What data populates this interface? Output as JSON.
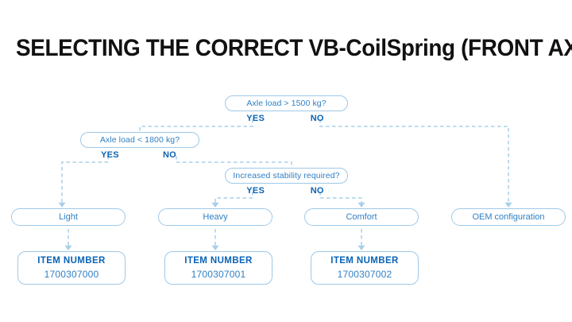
{
  "title": "SELECTING THE CORRECT VB-CoilSpring (FRONT AXLE)",
  "colors": {
    "node_border": "#9ec8e8",
    "node_text": "#2f7fc4",
    "answer_text": "#0a63b5",
    "connector": "#a8cfe9",
    "title_text": "#111111",
    "background": "#ffffff"
  },
  "decisions": [
    {
      "id": "axle-load-1500",
      "question": "Axle load > 1500 kg?",
      "yes_label": "YES",
      "no_label": "NO"
    },
    {
      "id": "axle-load-1800",
      "question": "Axle load < 1800 kg?",
      "yes_label": "YES",
      "no_label": "NO"
    },
    {
      "id": "increased-stability",
      "question": "Increased stability required?",
      "yes_label": "YES",
      "no_label": "NO"
    }
  ],
  "results": [
    {
      "id": "light",
      "label": "Light"
    },
    {
      "id": "heavy",
      "label": "Heavy"
    },
    {
      "id": "comfort",
      "label": "Comfort"
    },
    {
      "id": "oem",
      "label": "OEM configuration"
    }
  ],
  "item_numbers": [
    {
      "id": "item-light",
      "title": "ITEM NUMBER",
      "value": "1700307000"
    },
    {
      "id": "item-heavy",
      "title": "ITEM NUMBER",
      "value": "1700307001"
    },
    {
      "id": "item-comfort",
      "title": "ITEM NUMBER",
      "value": "1700307002"
    }
  ]
}
